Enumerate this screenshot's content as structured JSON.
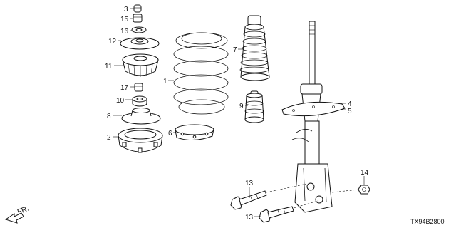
{
  "parts": [
    {
      "number": "1"
    },
    {
      "number": "2"
    },
    {
      "number": "3"
    },
    {
      "number": "4"
    },
    {
      "number": "5"
    },
    {
      "number": "6"
    },
    {
      "number": "7"
    },
    {
      "number": "8"
    },
    {
      "number": "9"
    },
    {
      "number": "10"
    },
    {
      "number": "11"
    },
    {
      "number": "12"
    },
    {
      "number": "13"
    },
    {
      "number": "13"
    },
    {
      "number": "14"
    },
    {
      "number": "15"
    },
    {
      "number": "16"
    },
    {
      "number": "17"
    }
  ],
  "direction_label": "FR.",
  "diagram_code": "TX94B2800"
}
